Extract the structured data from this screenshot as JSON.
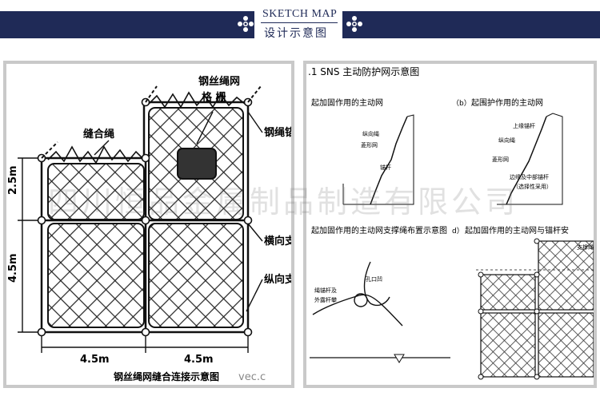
{
  "header": {
    "title_en": "SKETCH MAP",
    "title_cn": "设计示意图",
    "accent_color": "#1f2a57",
    "ornament_icon": "flower-ornament-icon"
  },
  "left_panel": {
    "label_wire_rope_grid_1": "钢丝绳网",
    "label_wire_rope_grid_2": "格 栅",
    "label_seam_rope": "缝合绳",
    "label_anchor": "钢绳锚",
    "label_horizontal": "横向支",
    "label_vertical": "纵向支",
    "dim_top": "2.5m",
    "dim_bottom": "4.5m",
    "dim_width_1": "4.5m",
    "dim_width_2": "4.5m",
    "caption": "钢丝绳网缝合连接示意图",
    "watermark_fragment": "vec.c"
  },
  "right_panel": {
    "heading": ".1  SNS 主动防护网示意图",
    "diagram_a": {
      "title": "起加固作用的主动网",
      "labels": [
        "纵向绳",
        "菱形网",
        "锚杆"
      ]
    },
    "diagram_b": {
      "prefix": "（b）",
      "title": "起围护作用的主动网",
      "labels": [
        "上缘锚杆",
        "纵向绳",
        "菱形网",
        "边缘及中部锚杆",
        "（选择性采用）"
      ]
    },
    "diagram_c": {
      "title": "起加固作用的主动网支撑绳布置示意图",
      "labels": [
        "孔口凹",
        "绳锚杆及",
        "外露杆攀"
      ]
    },
    "diagram_d": {
      "prefix": "d）",
      "title": "起加固作用的主动网与锚杆安",
      "labels": [
        "支撑绳"
      ]
    }
  },
  "watermark": {
    "text": "四川恒品金属制品制造有限公司"
  }
}
